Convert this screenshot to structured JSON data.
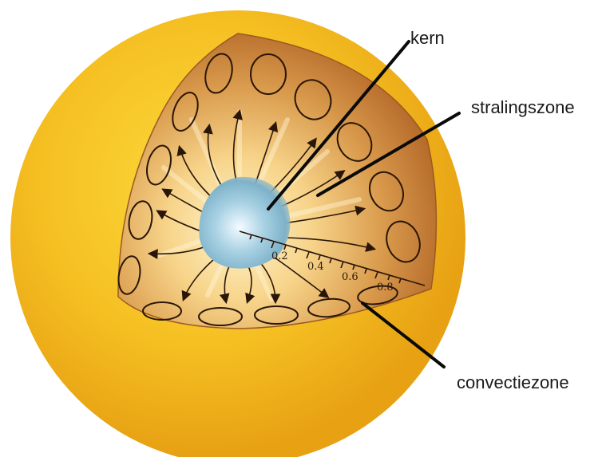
{
  "labels": {
    "core": "kern",
    "radiative_zone": "stralingszone",
    "convective_zone": "convectiezone"
  },
  "scale": {
    "ticks": [
      "0.2",
      "0.4",
      "0.6",
      "0.8"
    ]
  },
  "colors": {
    "sun_center": "#f6c224",
    "sun_edge": "#e8a410",
    "wedge_dark": "#b8702c",
    "wedge_light": "#fde7a8",
    "core": "#9fc8dc",
    "ink": "#2a1608"
  }
}
